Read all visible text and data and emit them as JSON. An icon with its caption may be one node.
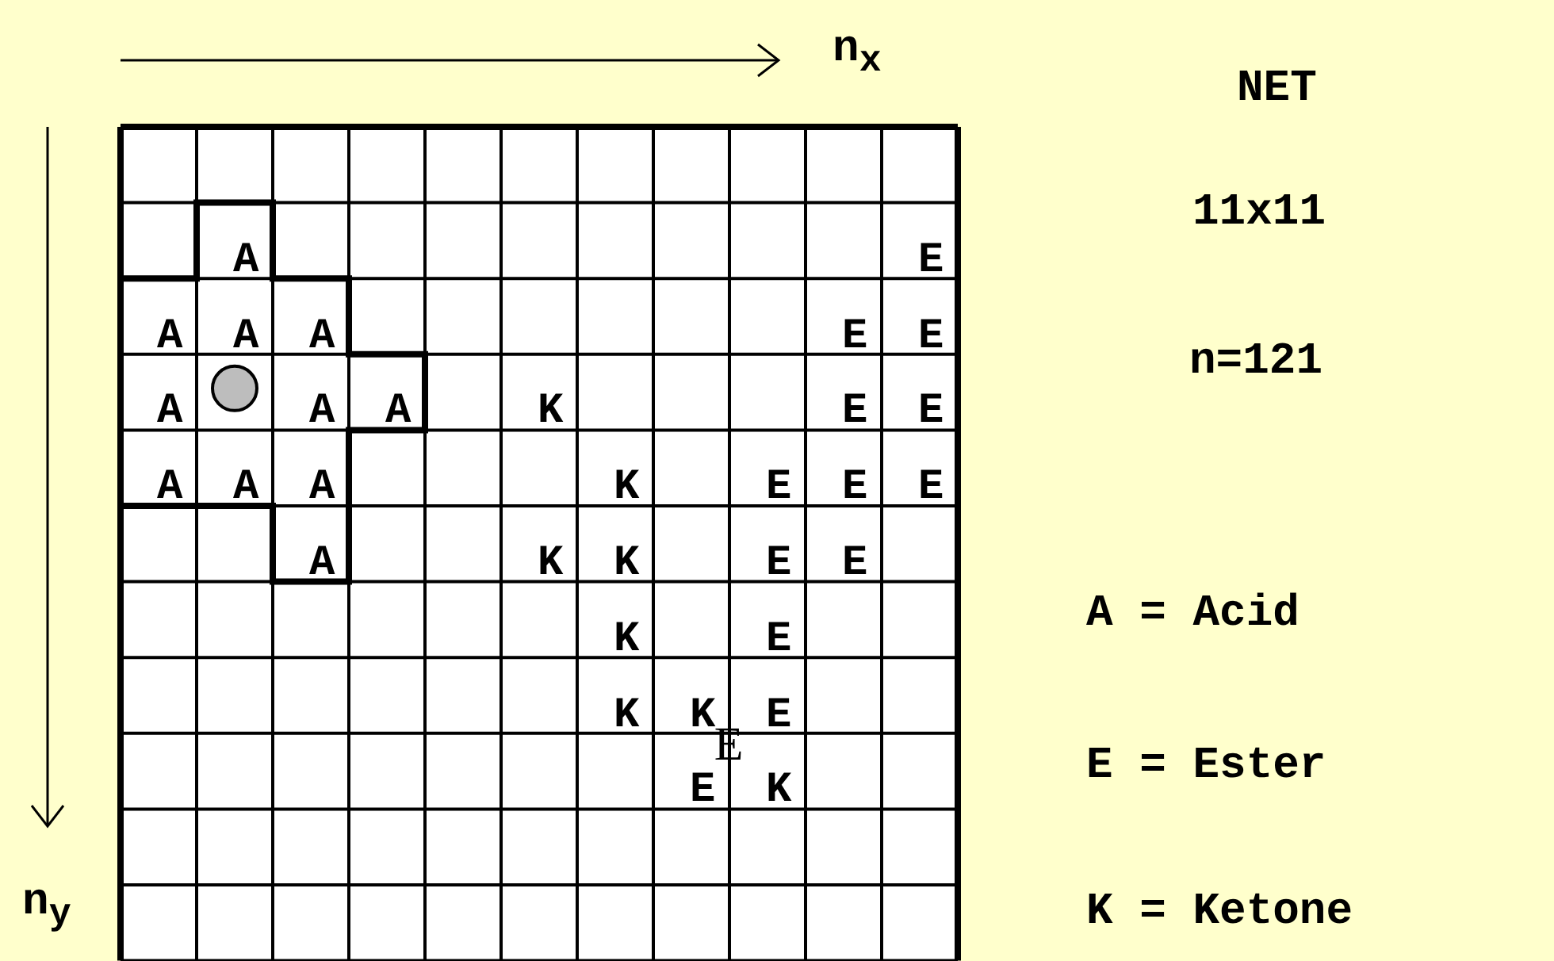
{
  "diagram": {
    "labels": [
      "n$_{x}$",
      "NET",
      "11x11",
      "n=121",
      "A",
      "E",
      "A",
      "A",
      "A",
      "E",
      "E",
      "A",
      "A",
      "A",
      "K",
      "E",
      "E",
      "A",
      "A",
      "A",
      "K",
      "E",
      "E",
      "E",
      "A",
      "K",
      "K",
      "E",
      "E",
      "K",
      "E",
      "K",
      "K",
      "E",
      "E",
      "E",
      "K",
      "A = Acid",
      "E = Ester",
      "n$_{y}$",
      "K = Ketone"
    ]
  }
}
